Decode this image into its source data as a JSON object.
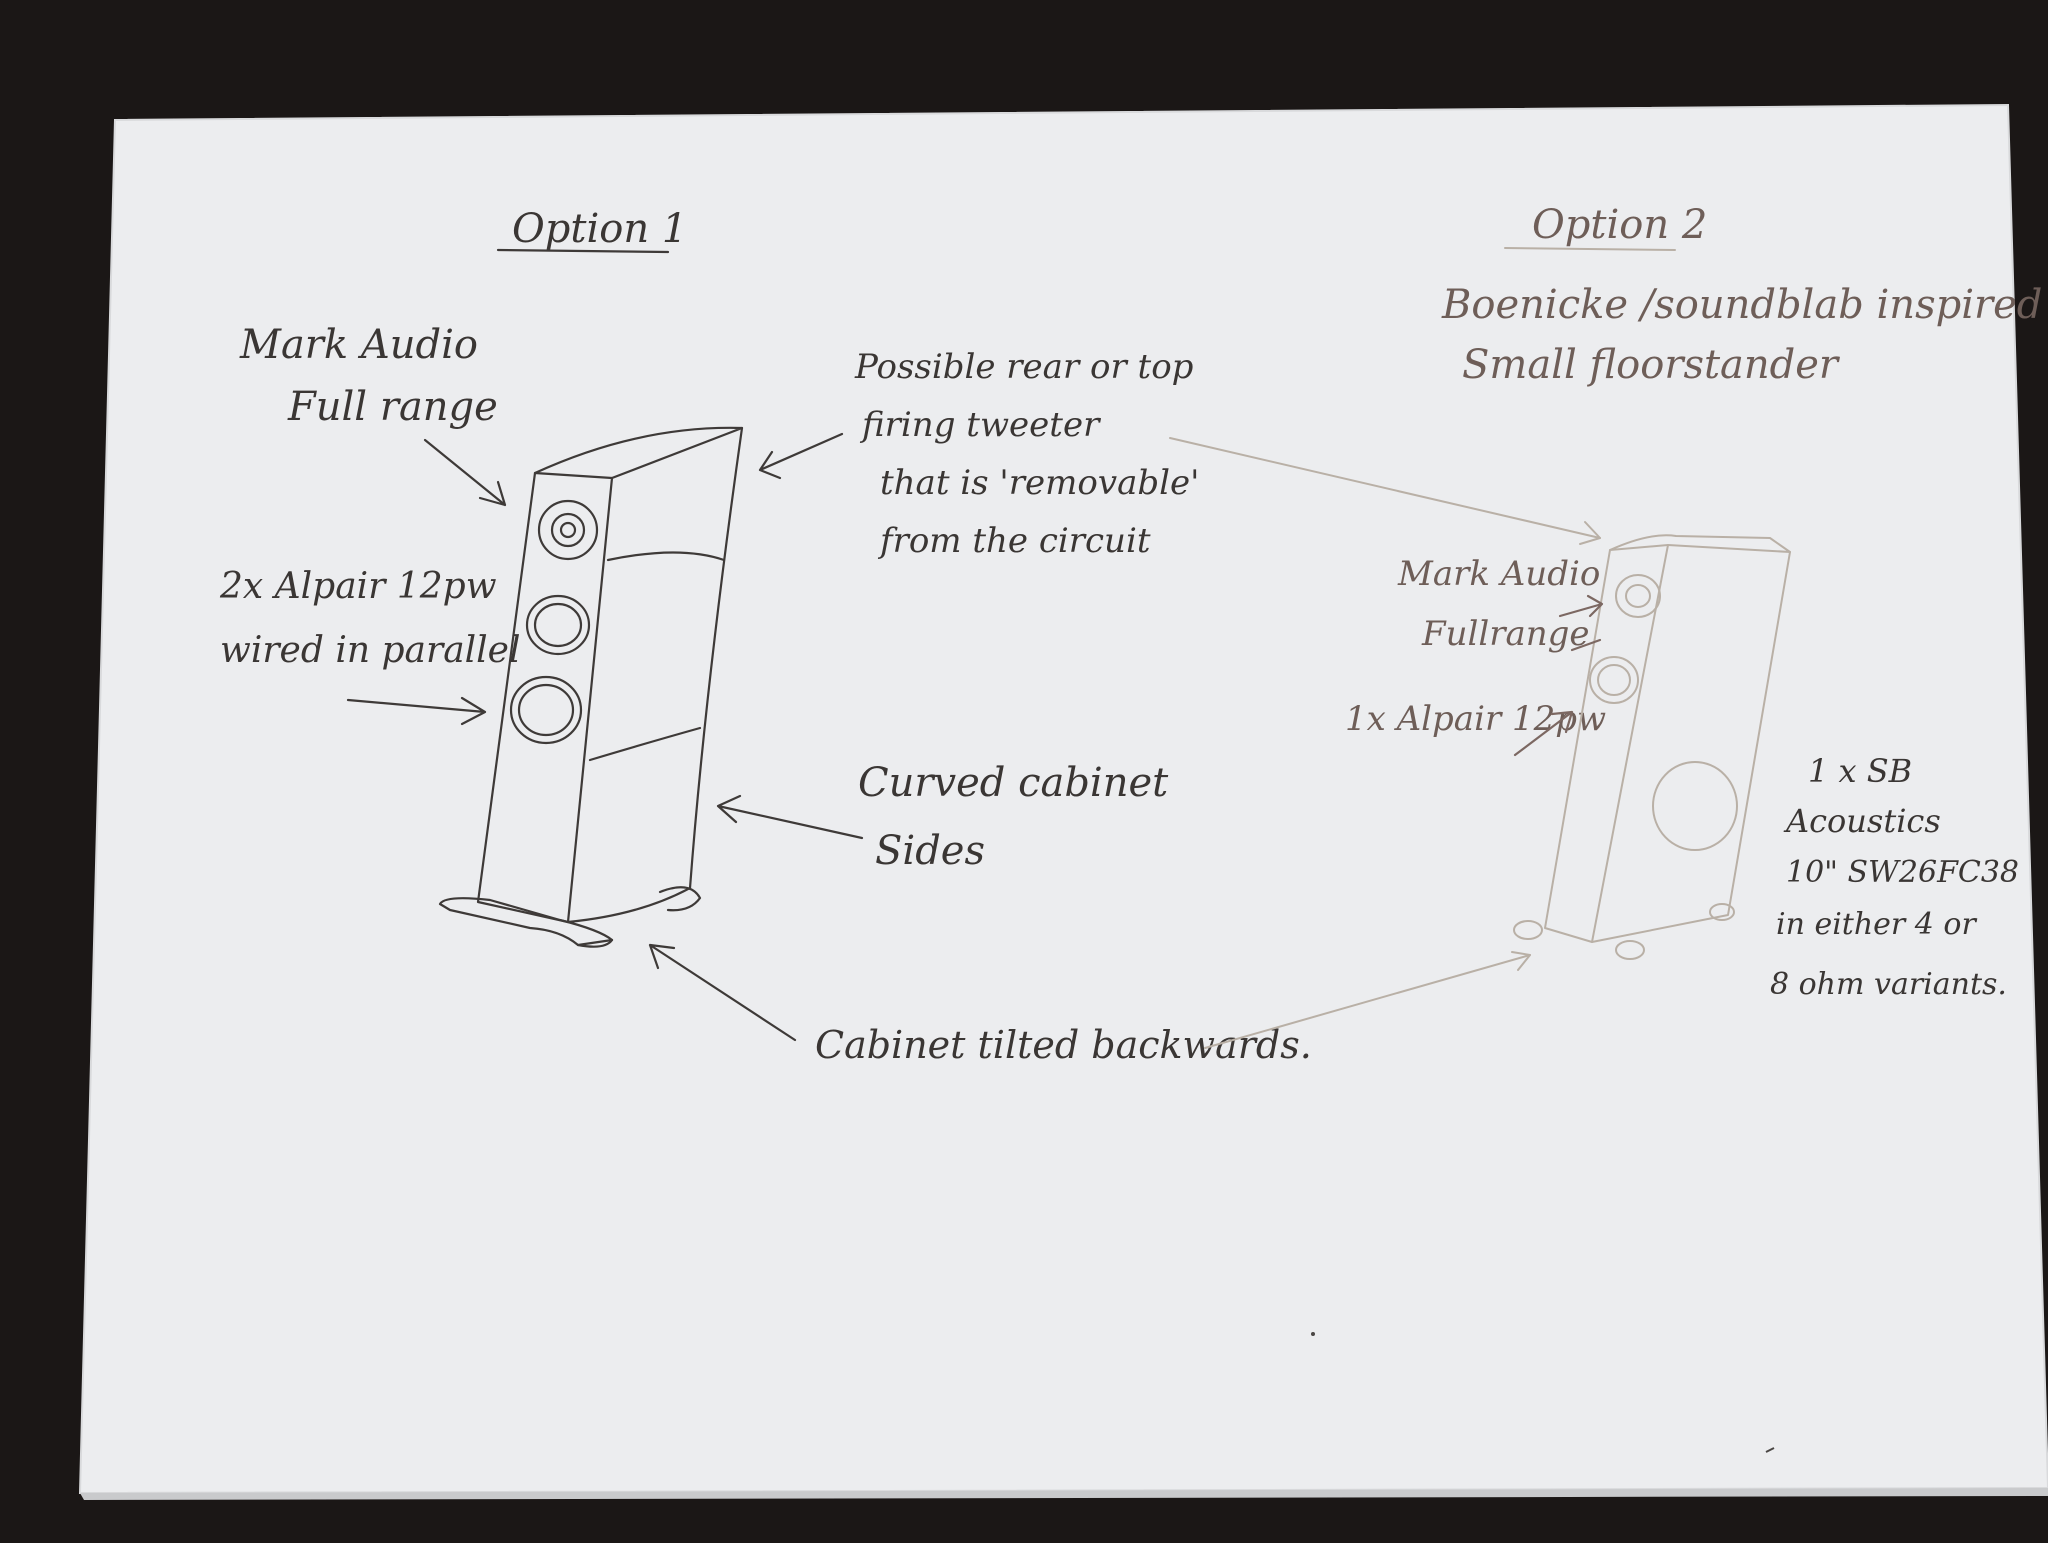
{
  "colors": {
    "background": "#1b1716",
    "paper": "#ecedef",
    "pencil": "#3e3a38",
    "pencil_light": "#b9b0a6",
    "ink_light": "#6e5e58"
  },
  "option1": {
    "title": "Option 1",
    "labels": {
      "fullrange": [
        "Mark Audio",
        "Full range"
      ],
      "woofers": [
        "2x Alpair 12pw",
        "wired in parallel"
      ],
      "tweeter": [
        "Possible rear or top",
        "firing tweeter",
        "that is 'removable'",
        "from the circuit"
      ],
      "sides": [
        "Curved cabinet",
        "Sides"
      ],
      "tilt": "Cabinet tilted backwards."
    }
  },
  "option2": {
    "title": "Option 2",
    "subtitle": [
      "Boenicke /soundblab inspired",
      "Small floorstander"
    ],
    "labels": {
      "fullrange": [
        "Mark Audio",
        "Fullrange"
      ],
      "driver": "1x Alpair 12pw",
      "sub": [
        "1 x SB",
        "Acoustics",
        "10\" SW26FC38",
        "in either 4 or",
        "8 ohm variants."
      ]
    }
  }
}
